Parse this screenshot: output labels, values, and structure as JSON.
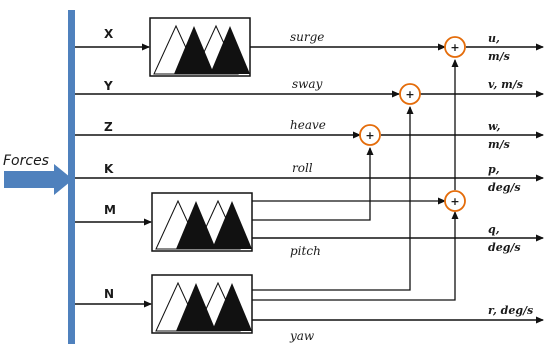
{
  "forces_label": "Forces",
  "inputs": {
    "x": "X",
    "y": "Y",
    "z": "Z",
    "k": "K",
    "m": "M",
    "n": "N"
  },
  "signals": {
    "surge": "surge",
    "sway": "sway",
    "heave": "heave",
    "roll": "roll",
    "pitch": "pitch",
    "yaw": "yaw"
  },
  "outputs": {
    "u_line1": "u,",
    "u_line2": "m/s",
    "v": "v, m/s",
    "w_line1": "w,",
    "w_line2": "m/s",
    "p_line1": "p,",
    "p_line2": "deg/s",
    "q_line1": "q,",
    "q_line2": "deg/s",
    "r": "r, deg/s"
  },
  "summing_symbol": "+",
  "colors": {
    "bus": "#4f81bd",
    "arrow": "#4f81bd",
    "junction": "#e46c0a",
    "line": "#111111"
  }
}
